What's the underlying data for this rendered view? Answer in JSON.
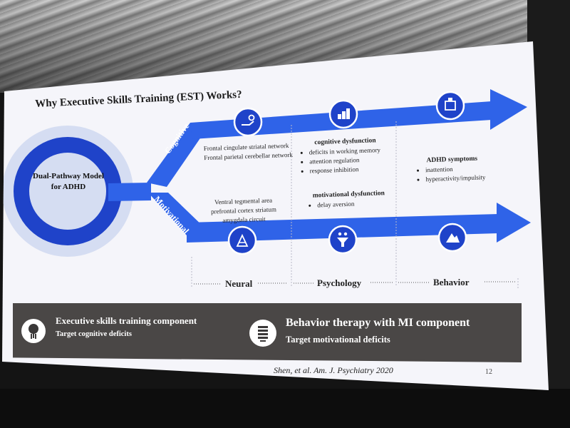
{
  "slide": {
    "title": "Why Executive Skills Training (EST) Works?",
    "center_label": "Dual-Pathway Model for ADHD",
    "branches": {
      "cognitive": "Cognitive",
      "motivational": "Motivational"
    },
    "neural": {
      "cognitive": [
        "Frontal cingulate striatal network",
        "Frontal parietal cerebellar network"
      ],
      "motivational": [
        "Ventral tegmental area",
        "prefrontal cortex striatum",
        "amygdala circuit"
      ]
    },
    "psychology": {
      "cognitive_heading": "cognitive dysfunction",
      "cognitive_items": [
        "deficits in working memory",
        "attention regulation",
        "response inhibition"
      ],
      "motivational_heading": "motivational dysfunction",
      "motivational_items": [
        "delay aversion"
      ]
    },
    "behavior": {
      "heading": "ADHD symptoms",
      "items": [
        "inattention",
        "hyperactivity/impulsity"
      ]
    },
    "axis": {
      "neural": "Neural",
      "psychology": "Psychology",
      "behavior": "Behavior"
    },
    "footer": {
      "left_heading": "Executive skills training component",
      "left_sub": "Target cognitive deficits",
      "right_heading": "Behavior therapy with MI component",
      "right_sub": "Target motivational deficits"
    },
    "citation": "Shen, et al. Am. J. Psychiatry 2020",
    "page_number": "12",
    "icons": [
      "hand-gear-icon",
      "people-stack-icon",
      "building-icon",
      "pyramid-icon",
      "funnel-icon",
      "mountain-icon",
      "brain-arrow-icon",
      "spring-icon"
    ],
    "colors": {
      "accent_blue": "#2f63e8",
      "dark_blue": "#1f43c9",
      "halo": "#d5ddf2",
      "footer_bar": "#4a4746"
    }
  }
}
